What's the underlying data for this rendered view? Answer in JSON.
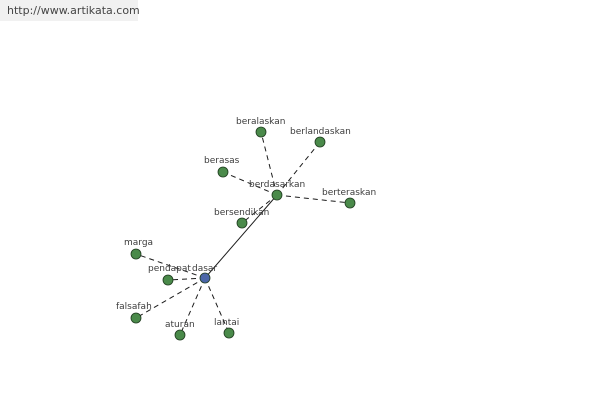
{
  "header": {
    "url": "http://www.artikata.com"
  },
  "colors": {
    "leaf_node": "#4a8a4a",
    "hub_node": "#4b66a8",
    "edge": "#1c1c1c"
  },
  "graph": {
    "nodes": [
      {
        "id": "dasar",
        "label": "dasar",
        "kind": "hub"
      },
      {
        "id": "berdasarkan",
        "label": "berdasarkan",
        "kind": "hub"
      },
      {
        "id": "beralaskan",
        "label": "beralaskan",
        "kind": "leaf"
      },
      {
        "id": "berlandaskan",
        "label": "berlandaskan",
        "kind": "leaf"
      },
      {
        "id": "berasas",
        "label": "berasas",
        "kind": "leaf"
      },
      {
        "id": "berteraskan",
        "label": "berteraskan",
        "kind": "leaf"
      },
      {
        "id": "bersendikan",
        "label": "bersendikan",
        "kind": "leaf"
      },
      {
        "id": "marga",
        "label": "marga",
        "kind": "leaf"
      },
      {
        "id": "pendapat",
        "label": "pendapat",
        "kind": "leaf"
      },
      {
        "id": "falsafah",
        "label": "falsafah",
        "kind": "leaf"
      },
      {
        "id": "aturan",
        "label": "aturan",
        "kind": "leaf"
      },
      {
        "id": "lantai",
        "label": "lantai",
        "kind": "leaf"
      }
    ],
    "edges": [
      {
        "from": "dasar",
        "to": "berdasarkan",
        "style": "solid"
      },
      {
        "from": "berdasarkan",
        "to": "beralaskan",
        "style": "dashed"
      },
      {
        "from": "berdasarkan",
        "to": "berlandaskan",
        "style": "dashed"
      },
      {
        "from": "berdasarkan",
        "to": "berasas",
        "style": "dashed"
      },
      {
        "from": "berdasarkan",
        "to": "berteraskan",
        "style": "dashed"
      },
      {
        "from": "berdasarkan",
        "to": "bersendikan",
        "style": "dashed"
      },
      {
        "from": "dasar",
        "to": "marga",
        "style": "dashed"
      },
      {
        "from": "dasar",
        "to": "pendapat",
        "style": "dashed"
      },
      {
        "from": "dasar",
        "to": "falsafah",
        "style": "dashed"
      },
      {
        "from": "dasar",
        "to": "aturan",
        "style": "dashed"
      },
      {
        "from": "dasar",
        "to": "lantai",
        "style": "dashed"
      }
    ]
  }
}
